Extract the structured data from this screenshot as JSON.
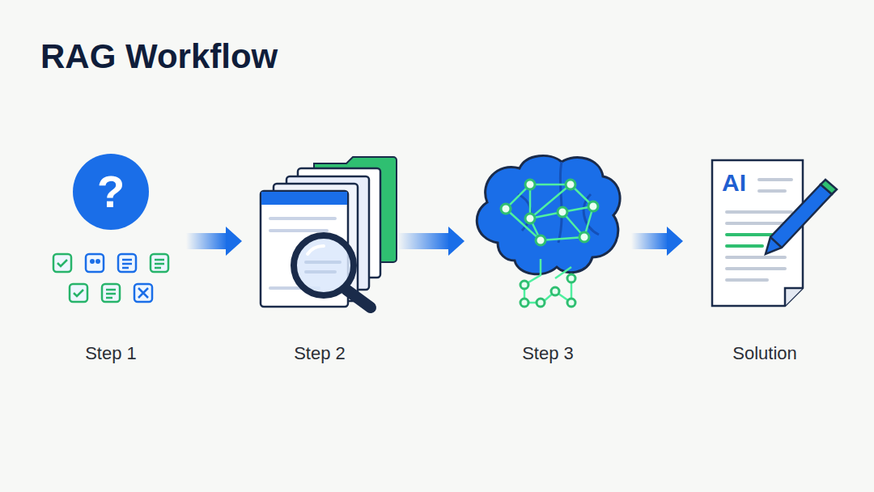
{
  "diagram": {
    "title": "RAG Workflow",
    "nodes": [
      {
        "text": [
          "?",
          "Step 1"
        ]
      },
      {
        "text": [
          "Step 2"
        ]
      },
      {
        "text": [
          "Step 3"
        ]
      },
      {
        "text": [
          "AI",
          "Solution"
        ]
      }
    ],
    "edges": [
      {
        "from": 0,
        "to": 1,
        "arrow": "to"
      },
      {
        "from": 1,
        "to": 2,
        "arrow": "to"
      },
      {
        "from": 2,
        "to": 3,
        "arrow": "to"
      }
    ]
  }
}
